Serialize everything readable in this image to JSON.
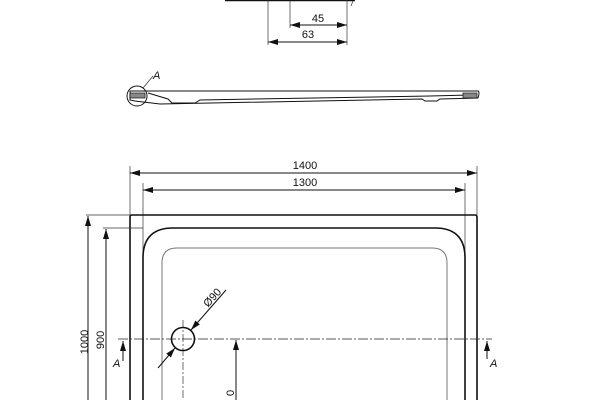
{
  "detail_dims": {
    "inner": "45",
    "outer": "63"
  },
  "section_label": "A",
  "plan": {
    "width_outer": "1400",
    "width_inner": "1300",
    "height_outer": "1000",
    "height_inner": "900",
    "drain_diameter": "Ø90",
    "section_mark_left": "A",
    "section_mark_right": "A",
    "drain_offset_partial": "0"
  },
  "colors": {
    "line": "#111111",
    "background": "#ffffff"
  }
}
